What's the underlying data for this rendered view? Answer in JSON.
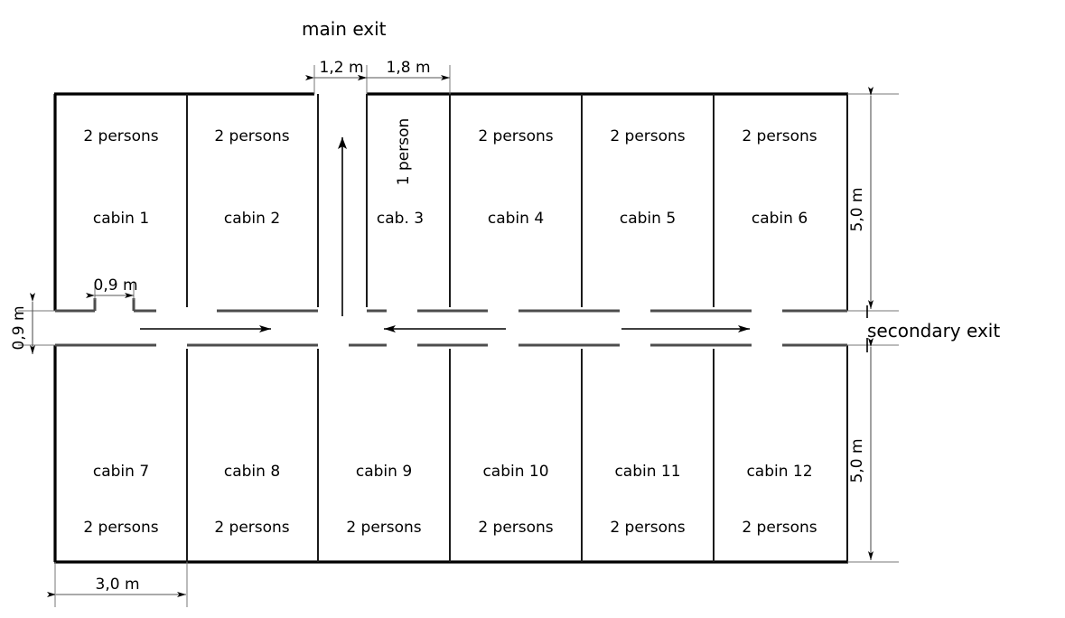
{
  "diagram": {
    "title_main_exit": "main exit",
    "title_secondary_exit": "secondary exit"
  },
  "dimensions": {
    "corridor_left_width": "1,2 m",
    "cabin3_width": "1,8 m",
    "door_width": "0,9 m",
    "corridor_height": "0,9 m",
    "cabin_depth_top": "5,0 m",
    "cabin_depth_bottom": "5,0 m",
    "cabin_width": "3,0 m"
  },
  "top_row": [
    {
      "name": "cabin 1",
      "occupancy": "2 persons"
    },
    {
      "name": "cabin 2",
      "occupancy": "2 persons"
    },
    {
      "name": "cab. 3",
      "occupancy": "1 person"
    },
    {
      "name": "cabin 4",
      "occupancy": "2 persons"
    },
    {
      "name": "cabin 5",
      "occupancy": "2 persons"
    },
    {
      "name": "cabin 6",
      "occupancy": "2 persons"
    }
  ],
  "bottom_row": [
    {
      "name": "cabin 7",
      "occupancy": "2 persons"
    },
    {
      "name": "cabin 8",
      "occupancy": "2 persons"
    },
    {
      "name": "cabin 9",
      "occupancy": "2 persons"
    },
    {
      "name": "cabin 10",
      "occupancy": "2 persons"
    },
    {
      "name": "cabin 11",
      "occupancy": "2 persons"
    },
    {
      "name": "cabin 12",
      "occupancy": "2 persons"
    }
  ],
  "colors": {
    "line": "#000000",
    "corridor_wall": "#4d4d4d",
    "dimension": "#555555",
    "background": "#ffffff"
  }
}
